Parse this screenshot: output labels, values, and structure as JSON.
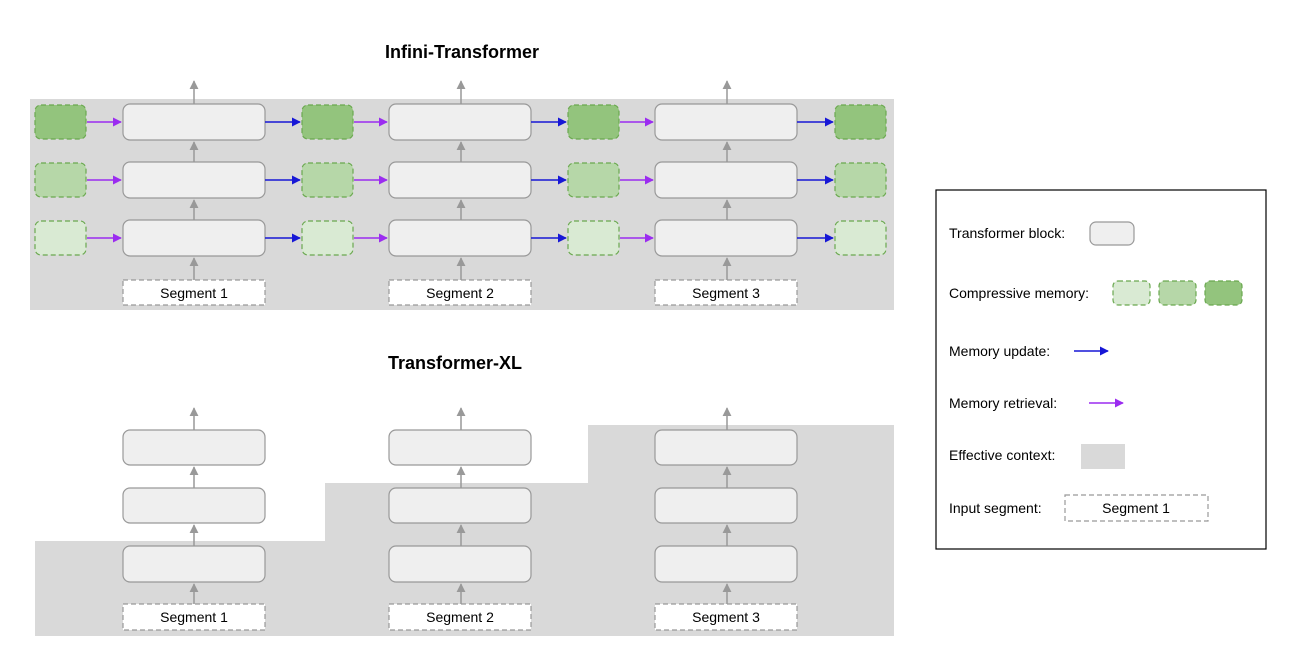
{
  "titles": {
    "infini": "Infini-Transformer",
    "xl": "Transformer-XL"
  },
  "segments": [
    "Segment 1",
    "Segment 2",
    "Segment 3"
  ],
  "legend": {
    "transformer_block": "Transformer block:",
    "compressive_memory": "Compressive memory:",
    "memory_update": "Memory update:",
    "memory_retrieval": "Memory retrieval:",
    "effective_context": "Effective context:",
    "input_segment": "Input segment:",
    "input_segment_sample": "Segment 1"
  },
  "colors": {
    "context": "#d9d9d9",
    "block_fill": "#efefef",
    "block_stroke": "#999999",
    "mem_light": "#d9ead3",
    "mem_mid": "#b6d7a8",
    "mem_dark": "#93c47d",
    "mem_stroke": "#6aa84f",
    "update_arrow": "#1717d6",
    "retrieval_arrow": "#9b2cf0",
    "up_arrow": "#999999"
  }
}
